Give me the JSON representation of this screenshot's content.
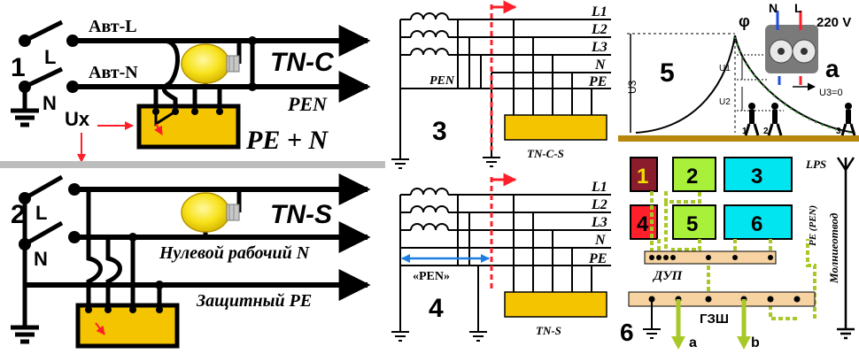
{
  "panel1": {
    "number": "1",
    "breaker_L": "Авт-L",
    "breaker_N": "Авт-N",
    "label_L": "L",
    "label_N": "N",
    "ux": "Ux",
    "system": "TN-C",
    "pen": "PEN",
    "pe_n": "PE + N"
  },
  "panel2": {
    "number": "2",
    "label_L": "L",
    "label_N": "N",
    "system": "TN-S",
    "neutral": "Нулевой рабочий N",
    "protective": "Защитный PE"
  },
  "panel3": {
    "number": "3",
    "lines": [
      "L1",
      "L2",
      "L3",
      "N",
      "PE"
    ],
    "pen": "PEN",
    "system": "TN-C-S"
  },
  "panel4": {
    "number": "4",
    "lines": [
      "L1",
      "L2",
      "L3",
      "N",
      "PE"
    ],
    "pen": "«PEN»",
    "system": "TN-S"
  },
  "panel5": {
    "number": "5",
    "phi": "φ",
    "u3": "U3",
    "u1": "U1",
    "u2": "U2",
    "positions": [
      "1",
      "2",
      "3"
    ],
    "socket_N": "N",
    "socket_L": "L",
    "voltage": "220 V",
    "letter": "a",
    "u3_zero": "U3=0"
  },
  "panel6": {
    "number": "6",
    "boxes": [
      "1",
      "2",
      "3",
      "4",
      "5",
      "6"
    ],
    "dup": "ДУП",
    "gzsh": "ГЗШ",
    "lps": "LPS",
    "pe_pen": "PE (PEN)",
    "lightning": "Молниеотвод",
    "arrow_a": "a",
    "arrow_b": "b"
  },
  "colors": {
    "yellow_box": "#f5c400",
    "beige": "#f6d3a0",
    "green_pe": "#a8c828",
    "cyan": "#00e5ef",
    "maroon": "#8a1c2c",
    "red": "#ff1f2a",
    "blue_arrow": "#1e7ee0",
    "grey_bar": "#bdbdbd"
  }
}
